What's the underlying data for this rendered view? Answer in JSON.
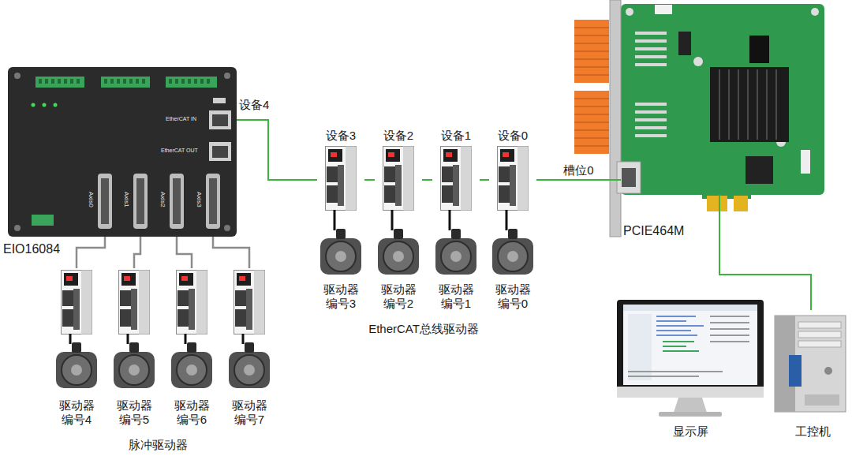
{
  "diagram": {
    "nodes": [
      {
        "text": [
          "设备4",
          "EIO16084"
        ]
      },
      {
        "text": [
          "设备3",
          "驱动器 编号3"
        ]
      },
      {
        "text": [
          "设备2",
          "驱动器 编号2"
        ]
      },
      {
        "text": [
          "设备1",
          "驱动器 编号1"
        ]
      },
      {
        "text": [
          "设备0",
          "驱动器 编号0"
        ]
      },
      {
        "text": [
          "PCIE464M"
        ]
      },
      {
        "text": [
          "驱动器 编号4"
        ]
      },
      {
        "text": [
          "驱动器 编号5"
        ]
      },
      {
        "text": [
          "驱动器 编号6"
        ]
      },
      {
        "text": [
          "驱动器 编号7"
        ]
      },
      {
        "text": [
          "显示屏"
        ]
      },
      {
        "text": [
          "工控机"
        ]
      }
    ],
    "edges": [
      {
        "from": 5,
        "to": 4,
        "arrow": "none",
        "label": "槽位0"
      },
      {
        "from": 4,
        "to": 3,
        "arrow": "none"
      },
      {
        "from": 3,
        "to": 2,
        "arrow": "none"
      },
      {
        "from": 2,
        "to": 1,
        "arrow": "none"
      },
      {
        "from": 1,
        "to": 0,
        "arrow": "none"
      },
      {
        "from": 0,
        "to": 6,
        "arrow": "none"
      },
      {
        "from": 0,
        "to": 7,
        "arrow": "none"
      },
      {
        "from": 0,
        "to": 8,
        "arrow": "none"
      },
      {
        "from": 0,
        "to": 9,
        "arrow": "none"
      },
      {
        "from": 5,
        "to": 11,
        "arrow": "none"
      }
    ],
    "labels": [
      "EtherCAT IN",
      "EtherCAT OUT",
      "Axis0",
      "Axis1",
      "Axis2",
      "Axis3",
      "EtherCAT总线驱动器",
      "脉冲驱动器"
    ]
  }
}
